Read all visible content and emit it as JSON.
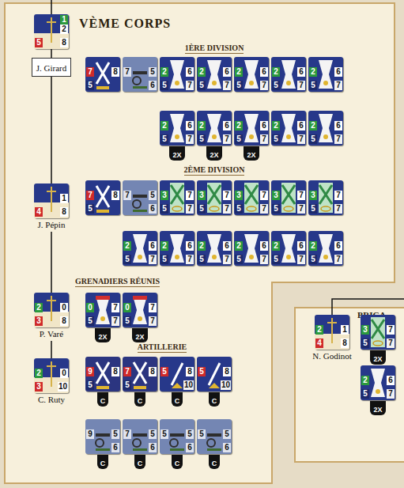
{
  "diagram": {
    "nodes": [
      {
        "text": [
          "VÈME CORPS"
        ]
      },
      {
        "text": [
          "1",
          "2",
          "5",
          "8"
        ],
        "in": 0
      },
      {
        "text": [
          "J. Girard"
        ],
        "in": 0
      },
      {
        "text": [
          "7",
          "8",
          "5"
        ],
        "in": 0
      },
      {
        "text": [
          "7",
          "5",
          "6"
        ],
        "in": 0
      },
      {
        "text": [
          "2",
          "6",
          "5",
          "7"
        ],
        "in": 0
      },
      {
        "text": [
          "2",
          "6",
          "5",
          "7"
        ],
        "in": 0
      },
      {
        "text": [
          "2",
          "6",
          "5",
          "7"
        ],
        "in": 0
      },
      {
        "text": [
          "2",
          "6",
          "5",
          "7"
        ],
        "in": 0
      },
      {
        "text": [
          "2",
          "6",
          "5",
          "7"
        ],
        "in": 0
      },
      {
        "text": [
          "2",
          "6",
          "5",
          "7"
        ],
        "in": 0
      },
      {
        "text": [
          "2",
          "6",
          "5",
          "7"
        ],
        "in": 0
      },
      {
        "text": [
          "2",
          "6",
          "5",
          "7"
        ],
        "in": 0
      },
      {
        "text": [
          "2",
          "6",
          "5",
          "7"
        ],
        "in": 0
      },
      {
        "text": [
          "2",
          "6",
          "5",
          "7"
        ],
        "in": 0
      },
      {
        "text": [
          "2X"
        ],
        "in": 0
      },
      {
        "text": [
          "2X"
        ],
        "in": 0
      },
      {
        "text": [
          "2X"
        ],
        "in": 0
      },
      {
        "text": [
          "1",
          "4",
          "8",
          "J. Pépin"
        ],
        "in": 0
      },
      {
        "text": [
          "7",
          "8",
          "5"
        ],
        "in": 0
      },
      {
        "text": [
          "7",
          "5",
          "6"
        ],
        "in": 0
      },
      {
        "text": [
          "3",
          "7",
          "5",
          "7"
        ],
        "in": 0
      },
      {
        "text": [
          "3",
          "7",
          "5",
          "7"
        ],
        "in": 0
      },
      {
        "text": [
          "3",
          "7",
          "5",
          "7"
        ],
        "in": 0
      },
      {
        "text": [
          "3",
          "7",
          "5",
          "7"
        ],
        "in": 0
      },
      {
        "text": [
          "3",
          "7",
          "5",
          "7"
        ],
        "in": 0
      },
      {
        "text": [
          "2",
          "6",
          "5",
          "7"
        ],
        "in": 0
      },
      {
        "text": [
          "2",
          "6",
          "5",
          "7"
        ],
        "in": 0
      },
      {
        "text": [
          "2",
          "6",
          "5",
          "7"
        ],
        "in": 0
      },
      {
        "text": [
          "2",
          "6",
          "5",
          "7"
        ],
        "in": 0
      },
      {
        "text": [
          "2",
          "6",
          "5",
          "7"
        ],
        "in": 0
      },
      {
        "text": [
          "2",
          "6",
          "5",
          "7"
        ],
        "in": 0
      },
      {
        "text": [
          "2",
          "0",
          "3",
          "8",
          "P. Varé"
        ],
        "in": 0
      },
      {
        "text": [
          "0",
          "7",
          "5",
          "7"
        ],
        "in": 0
      },
      {
        "text": [
          "0",
          "7",
          "5",
          "7"
        ],
        "in": 0
      },
      {
        "text": [
          "2X"
        ],
        "in": 0
      },
      {
        "text": [
          "2X"
        ],
        "in": 0
      },
      {
        "text": [
          "2",
          "0",
          "3",
          "10",
          "C. Ruty"
        ],
        "in": 0
      },
      {
        "text": [
          "9",
          "8",
          "5"
        ],
        "in": 0
      },
      {
        "text": [
          "7",
          "8",
          "5"
        ],
        "in": 0
      },
      {
        "text": [
          "5",
          "8",
          "10"
        ],
        "in": 0
      },
      {
        "text": [
          "5",
          "8",
          "10"
        ],
        "in": 0
      },
      {
        "text": [
          "C"
        ],
        "in": 0
      },
      {
        "text": [
          "C"
        ],
        "in": 0
      },
      {
        "text": [
          "C"
        ],
        "in": 0
      },
      {
        "text": [
          "C"
        ],
        "in": 0
      },
      {
        "text": [
          "9",
          "5",
          "6"
        ],
        "in": 0
      },
      {
        "text": [
          "7",
          "5",
          "6"
        ],
        "in": 0
      },
      {
        "text": [
          "5",
          "5",
          "6"
        ],
        "in": 0
      },
      {
        "text": [
          "5",
          "5",
          "6"
        ],
        "in": 0
      },
      {
        "text": [
          "C"
        ],
        "in": 0
      },
      {
        "text": [
          "C"
        ],
        "in": 0
      },
      {
        "text": [
          "C"
        ],
        "in": 0
      },
      {
        "text": [
          "C"
        ],
        "in": 0
      },
      {
        "text": [
          "BRIGA"
        ]
      },
      {
        "text": [
          "2",
          "1",
          "4",
          "8",
          "N. Godinot"
        ],
        "in": 54
      },
      {
        "text": [
          "3",
          "7",
          "5",
          "7"
        ],
        "in": 54
      },
      {
        "text": [
          "2X"
        ],
        "in": 54
      },
      {
        "text": [
          "2",
          "6",
          "5",
          "7"
        ],
        "in": 54
      },
      {
        "text": [
          "2X"
        ],
        "in": 54
      }
    ],
    "edges": [
      {
        "from": 1,
        "to": 2,
        "arrow": "none"
      },
      {
        "from": 2,
        "to": 18,
        "arrow": "none"
      },
      {
        "from": 18,
        "to": 32,
        "arrow": "none"
      },
      {
        "from": 32,
        "to": 37,
        "arrow": "none"
      }
    ],
    "labels": [
      "1ÈRE DIVISION",
      "2ÈME DIVISION",
      "GRENADIERS RÉUNIS",
      "ARTILLERIE"
    ]
  }
}
